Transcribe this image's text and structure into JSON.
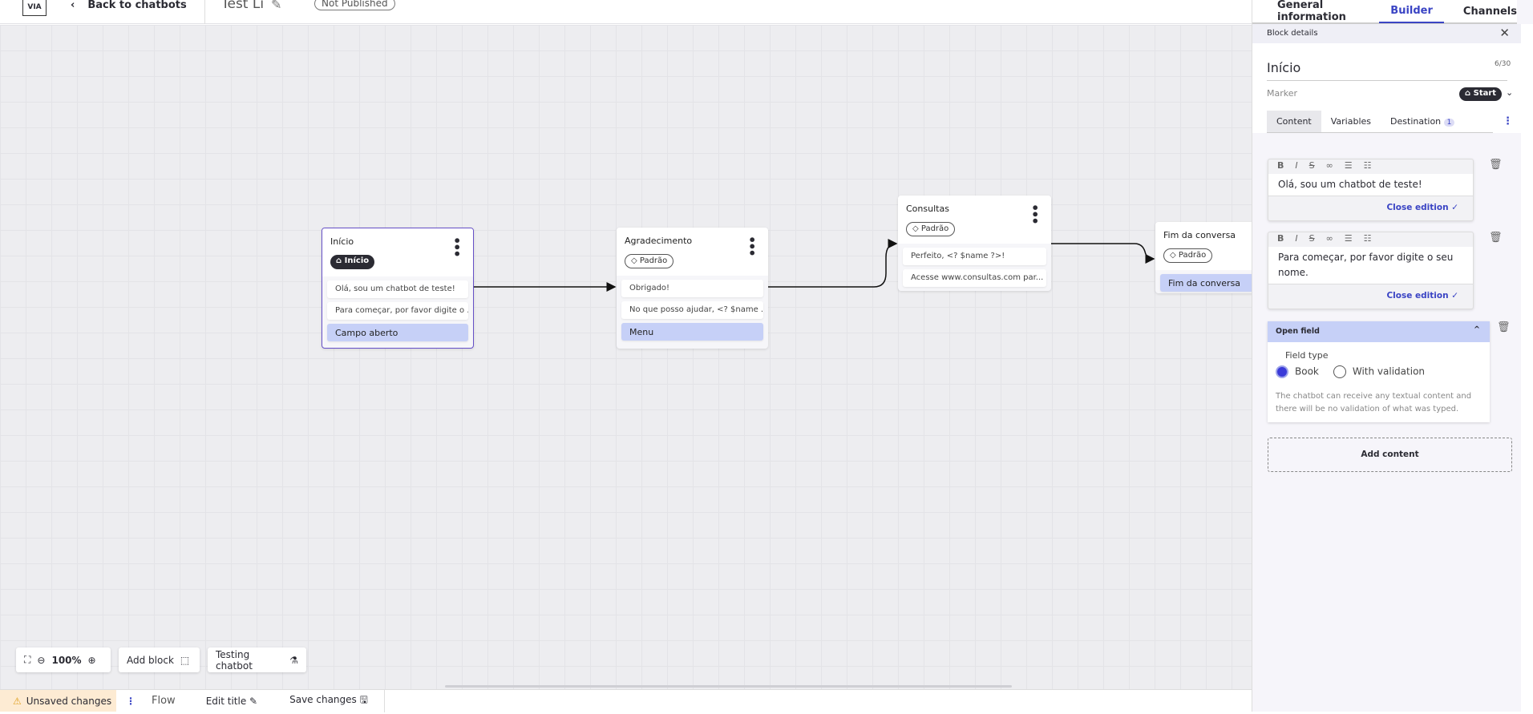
{
  "header": {
    "logo": "VIA",
    "back_label": "Back to chatbots",
    "chatbot_title": "Test Li",
    "status": "Not Published"
  },
  "canvas": {
    "blocks": [
      {
        "title": "Início",
        "badge": "Início",
        "badge_icon": "home-icon",
        "items": [
          "Olá, sou um chatbot de teste!",
          "Para começar, por favor digite o ...",
          "Campo aberto"
        ]
      },
      {
        "title": "Agradecimento",
        "badge": "Padrão",
        "badge_icon": "tag-icon",
        "items": [
          "Obrigado!",
          "No que posso ajudar, <? $name ...",
          "Menu"
        ]
      },
      {
        "title": "Consultas",
        "badge": "Padrão",
        "badge_icon": "tag-icon",
        "items": [
          "Perfeito, <? $name ?>!",
          "Acesse www.consultas.com par..."
        ]
      },
      {
        "title": "Fim da conversa",
        "badge": "Padrão",
        "badge_icon": "tag-icon",
        "items": [
          "Fim da conversa"
        ]
      }
    ],
    "toolbar": {
      "zoom": "100%",
      "add_block": "Add block",
      "testing": "Testing chatbot"
    }
  },
  "bottom_bar": {
    "unsaved": "Unsaved changes",
    "flow": "Flow",
    "edit_title": "Edit title",
    "save": "Save changes"
  },
  "panel": {
    "tabs": [
      "General information",
      "Builder",
      "Channels"
    ],
    "active_tab": "Builder",
    "block_details": "Block details",
    "block_title": "Início",
    "char_count": "6/30",
    "marker_label": "Marker",
    "marker_value": "Start",
    "content_tabs": [
      "Content",
      "Variables",
      "Destination"
    ],
    "destination_count": "1",
    "editors": [
      {
        "text": "Olá, sou um chatbot de teste!",
        "close": "Close edition ✓"
      },
      {
        "text": "Para começar, por favor digite o seu nome.",
        "close": "Close edition ✓"
      }
    ],
    "editor_tools": [
      "B",
      "I",
      "S",
      "🔗",
      "☰",
      "☷"
    ],
    "open_field": {
      "title": "Open field",
      "field_type_label": "Field type",
      "options": [
        "Book",
        "With validation"
      ],
      "selected": "Book",
      "description": "The chatbot can receive any textual content and there will be no validation of what was typed."
    },
    "add_content": "Add content"
  },
  "colors": {
    "accent": "#3a44c4",
    "highlight": "#c6d0f7",
    "unsaved_bg": "#fdebd3"
  }
}
